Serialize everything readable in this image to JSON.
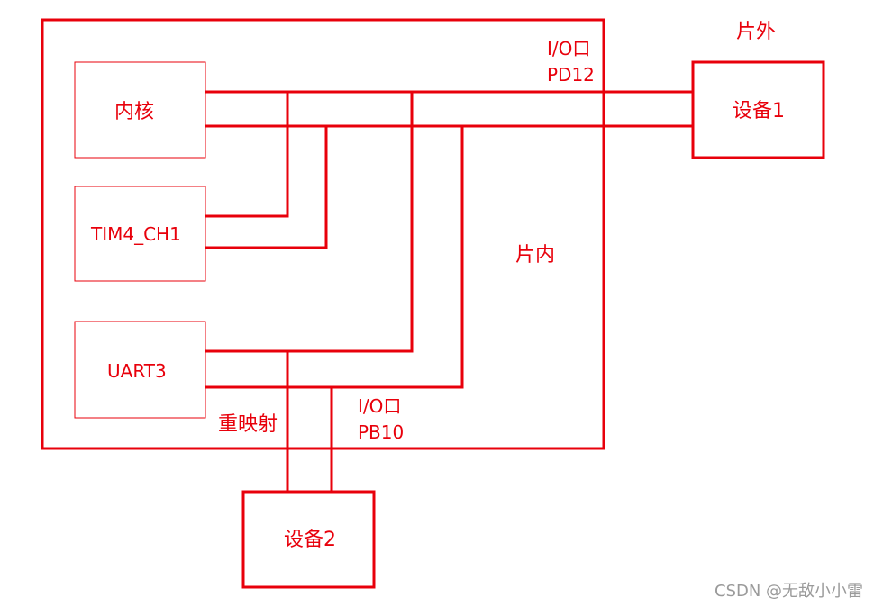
{
  "colors": {
    "line": "#e8000b",
    "watermark": "#9a9a9a"
  },
  "labels": {
    "offchip": "片外",
    "onchip": "片内",
    "remap": "重映射",
    "io_top_line1": "I/O口",
    "io_top_line2": "PD12",
    "io_bottom_line1": "I/O口",
    "io_bottom_line2": "PB10"
  },
  "blocks": {
    "core": "内核",
    "tim": "TIM4_CH1",
    "uart": "UART3",
    "device1": "设备1",
    "device2": "设备2"
  },
  "watermark": "CSDN @无敌小小雷"
}
